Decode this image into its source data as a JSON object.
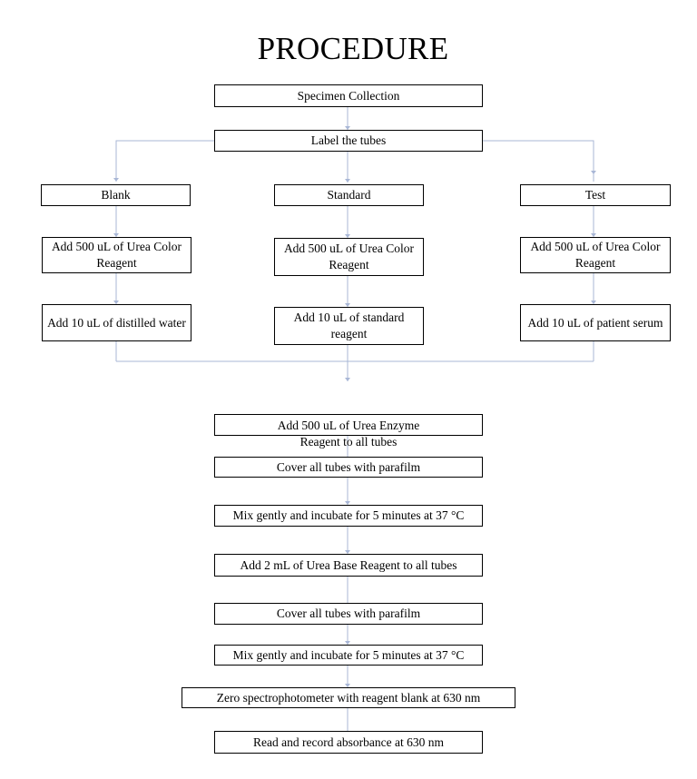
{
  "title": "PROCEDURE",
  "steps": {
    "specimen": "Specimen Collection",
    "label": "Label the tubes"
  },
  "branches": {
    "blank": {
      "name": "Blank",
      "step1": "Add 500 uL of Urea Color Reagent",
      "step2": "Add 10 uL of distilled water"
    },
    "standard": {
      "name": "Standard",
      "step1": "Add 500 uL of Urea Color Reagent",
      "step2": "Add 10 uL of standard reagent"
    },
    "test": {
      "name": "Test",
      "step1": "Add 500 uL of Urea Color Reagent",
      "step2": "Add 10 uL of patient serum"
    }
  },
  "final_steps": [
    "Add 500 uL of Urea Enzyme Reagent to all tubes",
    "Cover all tubes with parafilm",
    "Mix gently and incubate for 5 minutes at 37 °C",
    "Add 2 mL of Urea Base Reagent to all tubes",
    "Cover all tubes with parafilm",
    "Mix gently and incubate for 5 minutes at 37 °C",
    "Zero spectrophotometer with reagent blank at 630 nm",
    "Read and record absorbance at 630 nm"
  ]
}
